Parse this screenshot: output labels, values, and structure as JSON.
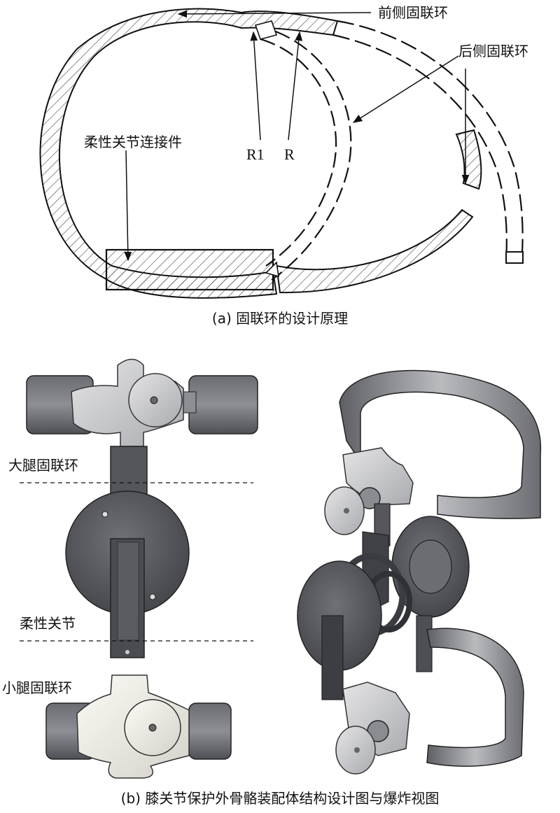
{
  "figure_a": {
    "labels": {
      "front_ring": "前侧固联环",
      "rear_ring": "后侧固联环",
      "flexible_connector": "柔性关节连接件",
      "r1": "R1",
      "r": "R"
    },
    "caption": "(a) 固联环的设计原理"
  },
  "figure_b": {
    "labels": {
      "thigh_ring": "大腿固联环",
      "flexible_joint": "柔性关节",
      "shank_ring": "小腿固联环"
    },
    "caption": "(b) 膝关节保护外骨骼装配体结构设计图与爆炸视图"
  },
  "colors": {
    "line": "#111111",
    "hatch": "#444444",
    "metal_dark": "#55575c",
    "metal_mid": "#8a8c91",
    "metal_light": "#cfd0d3",
    "plastic_light": "#f3f1ea"
  }
}
